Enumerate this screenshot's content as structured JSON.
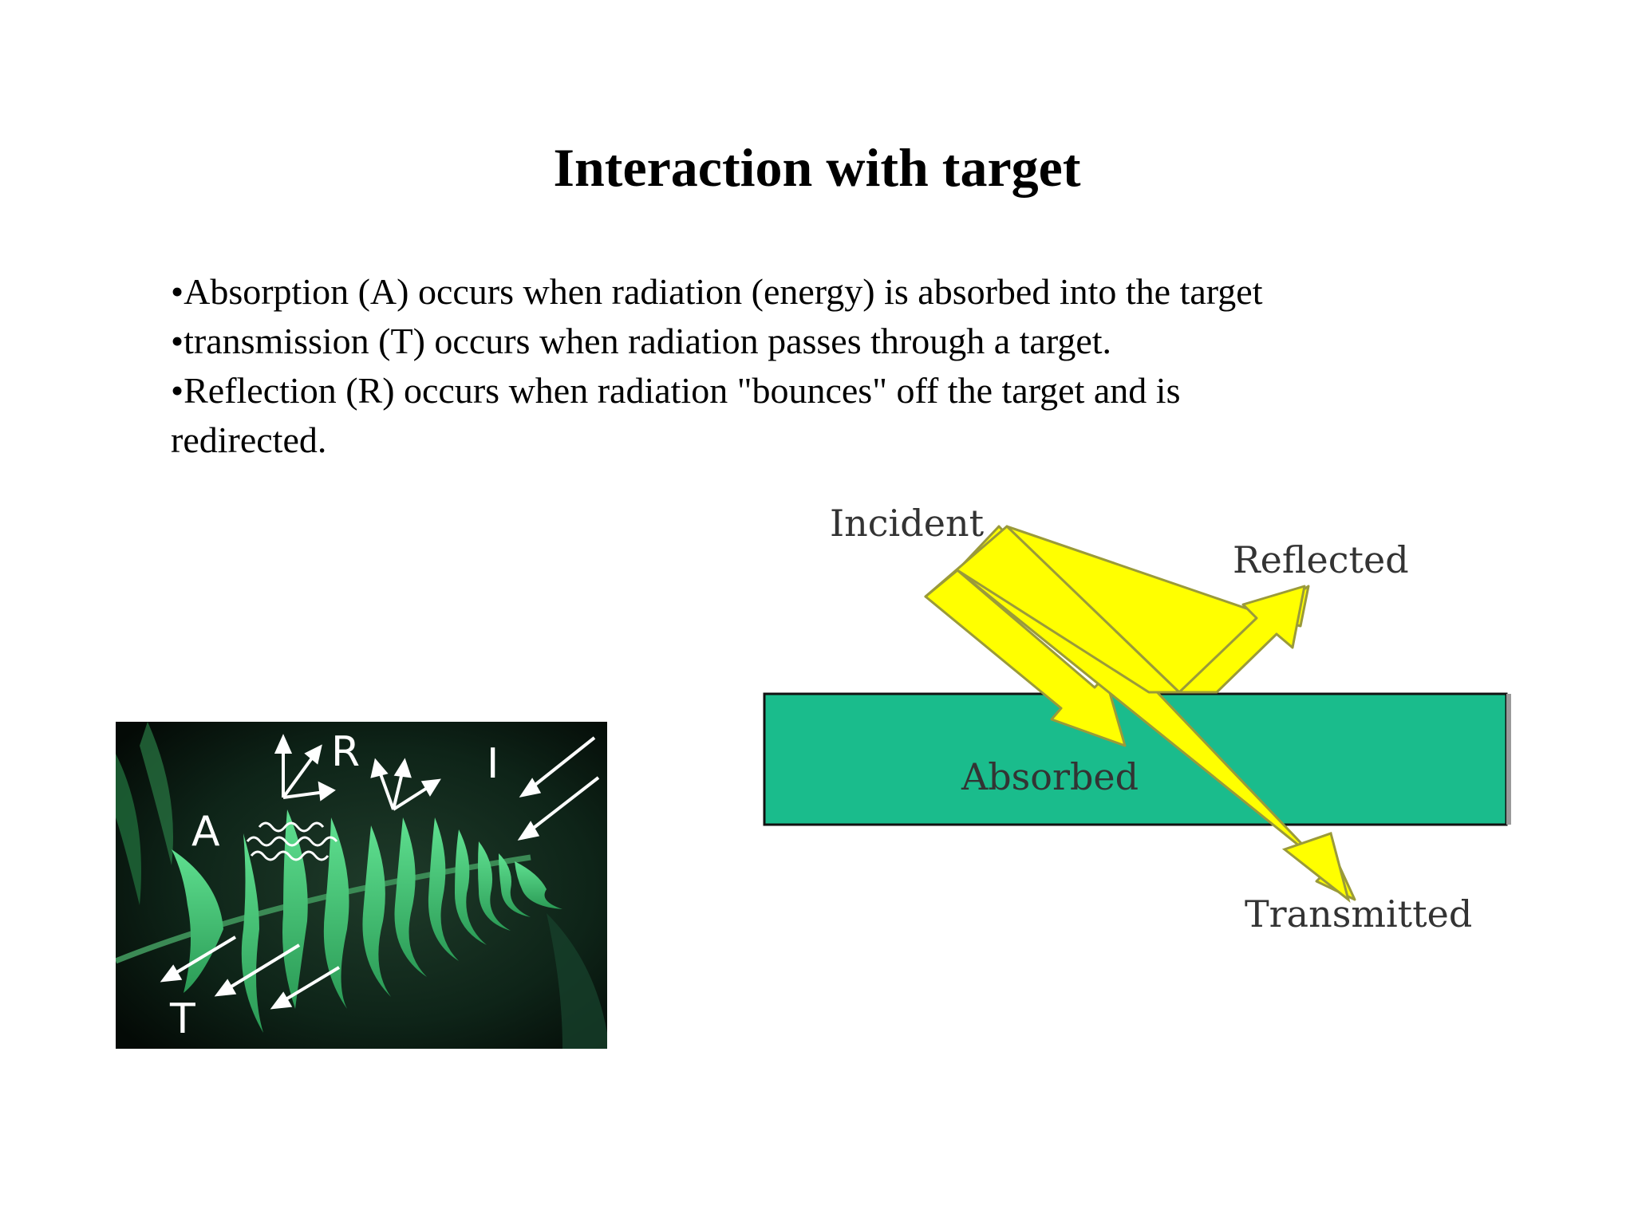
{
  "slide": {
    "title": "Interaction with target",
    "bullets": [
      "•Absorption (A) occurs when radiation (energy) is absorbed into the target",
      "•transmission (T) occurs when radiation passes through a target.",
      "•Reflection (R) occurs when radiation \"bounces\" off the target and is",
      "redirected."
    ]
  },
  "diagram": {
    "labels": {
      "incident": "Incident",
      "reflected": "Reflected",
      "absorbed": "Absorbed",
      "transmitted": "Transmitted"
    },
    "colors": {
      "target": "#1ABC8C",
      "beam": "#FFFF00",
      "beam_outline": "#9A9A3A"
    }
  },
  "photo": {
    "labels": {
      "absorbed": "A",
      "reflected": "R",
      "incident": "I",
      "transmitted": "T"
    },
    "colors": {
      "background": "#0B1A12",
      "leaf": "#3FBF72"
    }
  }
}
